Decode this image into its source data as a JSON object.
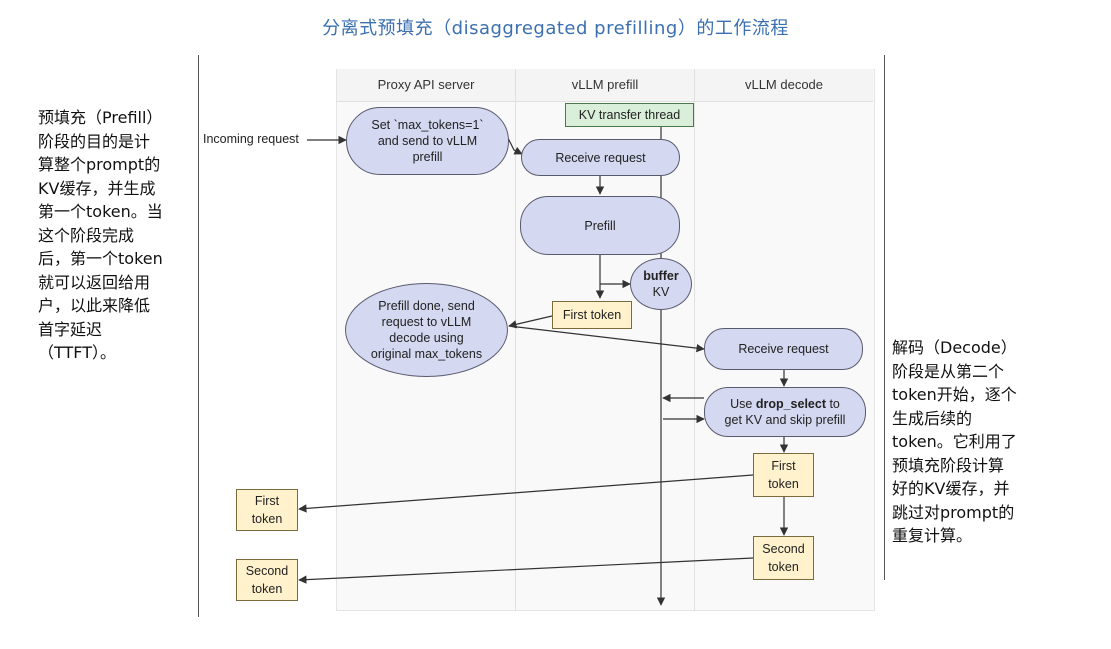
{
  "title": "分离式预填充（disaggregated prefilling）的工作流程",
  "left_note": "预填充（Prefill）\n阶段的目的是计\n算整个prompt的\nKV缓存，并生成\n第一个token。当\n这个阶段完成\n后，第一个token\n就可以返回给用\n户，以此来降低\n首字延迟\n（TTFT）。",
  "right_note": "解码（Decode）\n阶段是从第二个\ntoken开始，逐个\n生成后续的\ntoken。它利用了\n预填充阶段计算\n好的KV缓存，并\n跳过对prompt的\n重复计算。",
  "lanes": {
    "proxy": "Proxy API server",
    "prefill": "vLLM prefill",
    "decode": "vLLM decode"
  },
  "diagram": {
    "incoming_label": "Incoming request",
    "set_max_tokens": "Set `max_tokens=1`\nand send to vLLM\nprefill",
    "kv_transfer_thread": "KV transfer thread",
    "prefill_receive": "Receive request",
    "prefill_step": "Prefill",
    "buffer_bold": "buffer",
    "buffer_kv": "KV",
    "prefill_first_token": "First token",
    "prefill_done": "Prefill done, send\nrequest to vLLM\ndecode using\noriginal max_tokens",
    "decode_receive": "Receive request",
    "drop_select_prefix": "Use ",
    "drop_select_bold": "drop_select",
    "drop_select_suffix": " to",
    "drop_select_line2": "get KV and skip prefill",
    "decode_first_token": "First\ntoken",
    "decode_second_token": "Second\ntoken",
    "proxy_first_token": "First\ntoken",
    "proxy_second_token": "Second\ntoken"
  }
}
